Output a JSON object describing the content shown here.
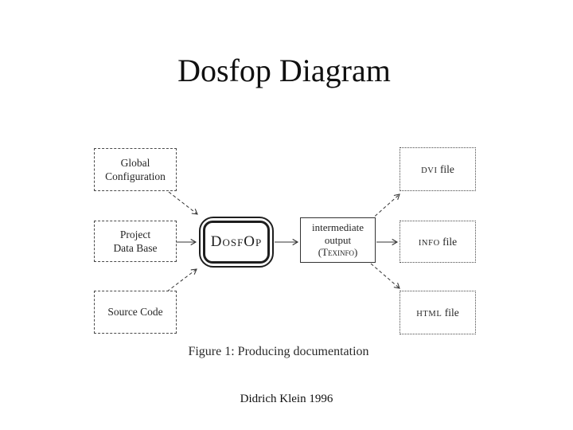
{
  "slide": {
    "title": "Dosfop Diagram",
    "caption": "Figure 1: Producing documentation",
    "credit": "Didrich Klein 1996"
  },
  "diagram": {
    "nodes": {
      "global_config": {
        "line1": "Global",
        "line2": "Configuration"
      },
      "project_db": {
        "line1": "Project",
        "line2": "Data Base"
      },
      "source_code": {
        "label": "Source Code"
      },
      "dosfop": {
        "label": "DosfOp"
      },
      "intermediate": {
        "line1": "intermediate",
        "line2": "output",
        "line3": "(Texinfo)"
      },
      "dvi_file": {
        "acronym": "DVI",
        "rest": " file"
      },
      "info_file": {
        "acronym": "INFO",
        "rest": " file"
      },
      "html_file": {
        "acronym": "HTML",
        "rest": " file"
      }
    },
    "edges": [
      {
        "from": "Global Configuration",
        "to": "DosfOp",
        "style": "dashed"
      },
      {
        "from": "Project Data Base",
        "to": "DosfOp",
        "style": "solid"
      },
      {
        "from": "Source Code",
        "to": "DosfOp",
        "style": "dashed"
      },
      {
        "from": "DosfOp",
        "to": "intermediate output (Texinfo)",
        "style": "solid"
      },
      {
        "from": "intermediate output (Texinfo)",
        "to": "DVI file",
        "style": "dashed"
      },
      {
        "from": "intermediate output (Texinfo)",
        "to": "INFO file",
        "style": "solid"
      },
      {
        "from": "intermediate output (Texinfo)",
        "to": "HTML file",
        "style": "dashed"
      }
    ],
    "colors": {
      "ink": "#333333",
      "background": "#ffffff"
    }
  }
}
